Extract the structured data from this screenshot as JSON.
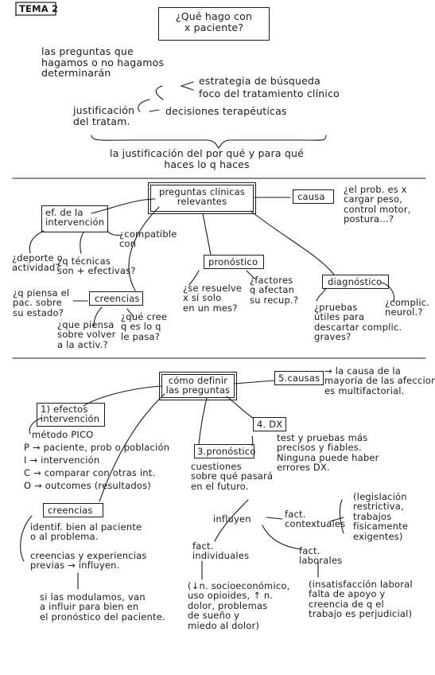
{
  "tag": "TEMA 2",
  "title": "¿Qué hago con\nx paciente?",
  "intro": {
    "q": "las preguntas que\nhagamos o no hagamos\ndeterminarán",
    "r1": "estrategia de búsqueda",
    "r2": "foco del tratamiento clínico",
    "just": "justificación\ndel tratam.",
    "r3": "decisiones terapéuticas",
    "summary": "la justificación del por qué y para qué\nhaces lo q haces"
  },
  "s1": {
    "main": "preguntas clínicas\nrelevantes",
    "causa": "causa",
    "causa_q": "¿el prob. es x\ncargar peso,\ncontrol motor,\npostura...?",
    "ef": "ef. de la\nintervención",
    "compat": "¿compatible\ncon",
    "deporte": "¿deporte o\nactividad?",
    "tecnicas": "¿q técnicas\nson + efectivas?",
    "creencias": "creencias",
    "piensa": "¿q piensa el\npac. sobre\nsu estado?",
    "quecree": "¿qué cree\nq es lo q\nle pasa?",
    "volver": "¿que piensa\nsobre volver\na la activ.?",
    "pronostico": "pronóstico",
    "resuelve": "¿se resuelve\nx sí solo\nen un mes?",
    "factores": "¿factores\nq afectan\nsu recup.?",
    "diagnostico": "diagnóstico",
    "pruebas": "¿pruebas\nútiles para\ndescartar complic.\ngraves?",
    "complic": "¿complic.\nneurol.?"
  },
  "s2": {
    "main": "cómo definir\nlas preguntas",
    "causas": "5.causas",
    "causas_txt": "→ la causa de la\nmayoría de las afecciones\nes multifactorial.",
    "ef": "1) efectos\nintervención",
    "pico_title": "método PICO",
    "pico_p": "P → paciente, prob o población",
    "pico_i": "I → intervención",
    "pico_c": "C → comparar con otras int.",
    "pico_o": "O → outcomes (resultados)",
    "dx": "4. DX",
    "dx_txt": "test y pruebas más\nprecisos y fiables.\nNinguna puede haber\nerrores DX.",
    "pron": "3.pronóstico",
    "pron_txt": "cuestiones\nsobre qué pasará\nen el futuro.",
    "influyen": "influyen",
    "contextuales": "fact.\ncontextuales",
    "contextuales_txt": "(legislación\nrestrictiva,\ntrabajos\nfísicamente\nexigentes)",
    "laborales": "fact.\nlaborales",
    "laborales_txt": "(insatisfacción laboral\nfalta de apoyo y\ncreencia de q el\ntrabajo es perjudicial)",
    "individuales": "fact.\nindividuales",
    "individuales_txt": "(↓n. socioeconómico,\nuso opioides, ↑ n.\ndolor, problemas\nde sueño y\nmiedo al dolor)",
    "creencias": "creencias",
    "cre_1": "identif. bien al paciente\no al problema.",
    "cre_2": "creencias y experiencias\nprevias → influyen.",
    "cre_3": "si las modulamos, van\na influir para bien en\nel pronóstico del paciente."
  }
}
